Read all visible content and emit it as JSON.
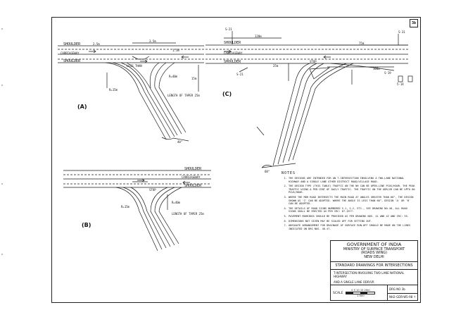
{
  "sheet": {
    "drawing_box": "3b",
    "panels": [
      "(A)",
      "(B)",
      "(C)"
    ]
  },
  "panel_a": {
    "shoulder_top": "SHOULDER",
    "shoulder_bottom": "SHOULDER",
    "carriageway": "CARRIAGEWAY",
    "dim_left": "2.5m",
    "dim_center": "3.5m",
    "dim_right": "1.5m",
    "radius_a": "R=15m",
    "radius_b": "R=40m",
    "taper": "LENGTH OF TAPER 25m",
    "angle": "40°",
    "arrow_label": "LESS THAN",
    "offset": "15m"
  },
  "panel_b": {
    "shoulder_top": "SHOULDER",
    "carriageway": "CARRIAGEWAY",
    "shoulder_bottom": "SHOULDER",
    "stop": "STOP",
    "radius_a": "R=15m",
    "radius_b": "R=40m",
    "taper": "LENGTH OF TAPER 25m"
  },
  "panel_c": {
    "shoulder_top": "SHOULDER",
    "carriageway": "CARRIAGEWAY",
    "shoulder_bottom": "SHOULDER",
    "dim_120": "120m",
    "dim_25": "25m",
    "dim_75": "75m",
    "dim_100": "100m",
    "marker_1": "S-21",
    "marker_2": "S-31",
    "marker_3": "S-21",
    "marker_4": "S-19",
    "marker_5": "5-14",
    "stop": "STOP",
    "angle": "60°"
  },
  "notes": {
    "heading": "NOTES",
    "items": [
      "THE DESIGNS ARE INTENDED FOR AN T-INTERSECTION INVOLVING A TWO-LANE NATIONAL HIGHWAY AND A SINGLE LANE OTHER DISTRICT ROAD/VILLAGE ROAD.",
      "THE DESIGN TYPE (THIS TABLE) TRAFFIC ON THE NH CAN BE OPEN-LINE PCUS/HOUR. THE PEAK TRAFFIC USING A PER CENT OF DAILY TRAFFIC. THE TRAFFIC ON THE ODR/VR CAN BE UPTO 80 PCUS/HOUR.",
      "WHERE THE MDR ROAD INTERSECTS THE MAIN ROAD AT ANGLES GREATER THAN 60°, THE DESIGN SHOWN AS 'C' CAN BE ADOPTED. WHERE THE ANGLE IS LESS THAN 60°, DESIGN 'A' OR 'B' CAN BE ADOPTED.",
      "THE DETAILS OF ROAD SIGNS NUMBERED S-1, S-2, ETC., SEE DRAWING NO.40, ALL ROAD SIGNS SHALL BE ERECTED AS PER IRC: 67-1977.",
      "PAVEMENT MARKINGS SHOULD BE PROVIDED AS PER DRAWING NOS. 41 AND 42 AND IRC: 35.",
      "DIMENSIONS NOT GIVEN MAY BE SCALED OFF FOR SETTING OUT.",
      "ADEQUATE ARRANGEMENT FOR DRAINAGE OF SURFACE RUN-OFF SHOULD BE MADE ON THE LINES INDICATED ON DRG NOS. 46-47."
    ]
  },
  "title_block": {
    "gov": "GOVERNMENT OF INDIA",
    "ministry": "MINISTRY OF SURFACE TRANSPORT",
    "wing": "(ROADS WING)",
    "city": "NEW DELHI",
    "title": "STANDARD DRAWINGS FOR INTERSECTIONS",
    "subtitle_1": "T-INTERSECTION INVOLVING TWO LANE NATIONAL HIGHWAY",
    "subtitle_2": "AND A SINGLE LANE ODR/VR",
    "scale_label": "SCALE",
    "scale_ticks": "0  5  10  15  20m",
    "scale_ratio": "1:500",
    "drg_no": "DRG NO 3b",
    "ref_no": "NH2-GDR-W5-98 ↑"
  }
}
